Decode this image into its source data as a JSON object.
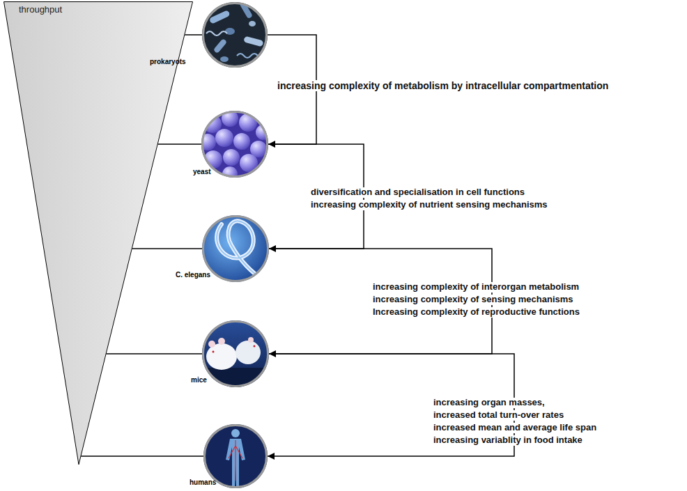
{
  "diagram": {
    "nodes": [
      {
        "text": [
          "throughput"
        ]
      },
      {
        "text": [
          "prokaryots"
        ]
      },
      {
        "text": [
          "yeast"
        ]
      },
      {
        "text": [
          "C. elegans"
        ]
      },
      {
        "text": [
          "mice"
        ]
      },
      {
        "text": [
          "humans"
        ]
      }
    ],
    "edges": [
      {
        "from": 0,
        "to": 1,
        "arrow": "none"
      },
      {
        "from": 0,
        "to": 2,
        "arrow": "none"
      },
      {
        "from": 0,
        "to": 3,
        "arrow": "none"
      },
      {
        "from": 0,
        "to": 4,
        "arrow": "none"
      },
      {
        "from": 0,
        "to": 5,
        "arrow": "none"
      },
      {
        "from": 1,
        "to": 2,
        "arrow": "to"
      },
      {
        "from": 2,
        "to": 3,
        "arrow": "to"
      },
      {
        "from": 3,
        "to": 4,
        "arrow": "to"
      },
      {
        "from": 4,
        "to": 5,
        "arrow": "to"
      }
    ],
    "labels": [
      "increasing complexity of metabolism by intracellular compartmentation",
      "diversification and specialisation in cell functions",
      "increasing complexity of nutrient sensing mechanisms",
      "increasing complexity of interorgan metabolism",
      "increasing complexity of sensing mechanisms",
      "Increasing complexity of reproductive functions",
      "increasing organ masses,",
      "increased total turn-over rates",
      "increased mean and average life span",
      "increasing variablity in food intake"
    ]
  }
}
